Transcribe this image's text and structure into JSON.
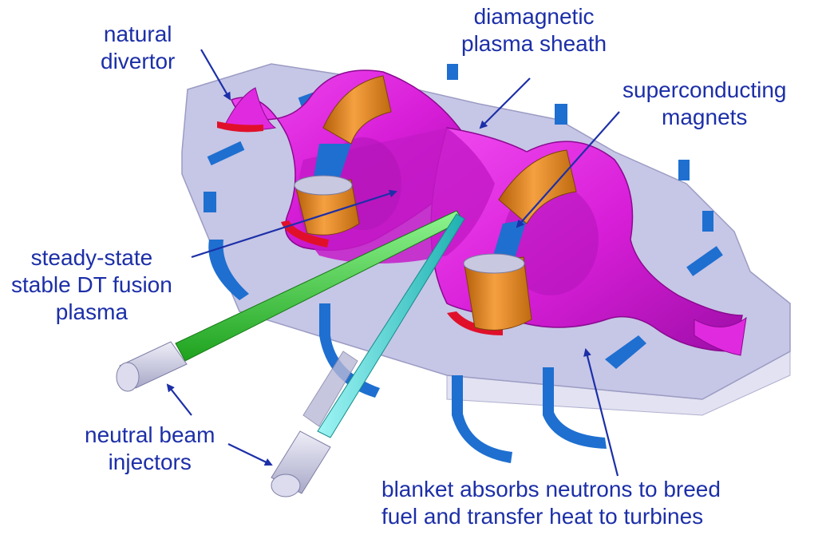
{
  "labels": {
    "natural_divertor": [
      "natural",
      "divertor"
    ],
    "plasma_sheath": [
      "diamagnetic",
      "plasma sheath"
    ],
    "magnets": [
      "superconducting",
      "magnets"
    ],
    "fusion_plasma": [
      "steady-state",
      "stable DT fusion",
      "plasma"
    ],
    "beam_injectors": [
      "neutral beam",
      "injectors"
    ],
    "blanket": [
      "blanket absorbs neutrons to breed",
      "fuel and transfer heat to turbines"
    ]
  },
  "colors": {
    "label_text": "#1c2fa8",
    "arrow": "#1c2fa8",
    "blanket_top": "#c5c5e4",
    "blanket_side": "#d8d8ee",
    "plasma": "#d81ed8",
    "plasma_dark": "#a010a8",
    "magnet_coil": "#e88a1c",
    "coil_support": "#1e6fd0",
    "divertor_red": "#e0102a",
    "beam_green": "#3ccf3c",
    "beam_cyan": "#3cdada",
    "injector_body": "#d0d0e6"
  }
}
